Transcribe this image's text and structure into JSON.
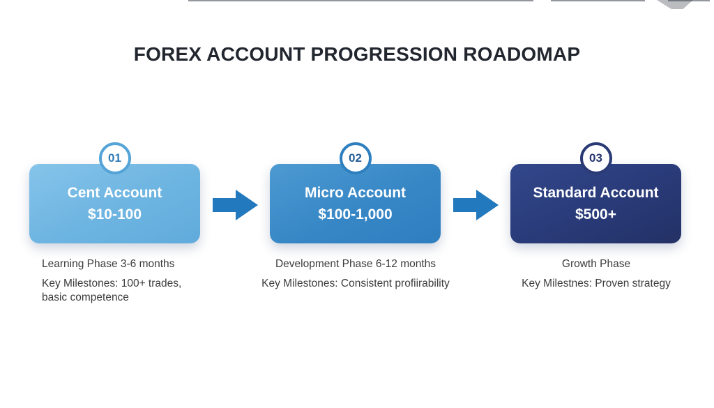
{
  "title": "FOREX ACCOUNT PROGRESSION ROADOMAP",
  "steps": [
    {
      "number": "01",
      "name": "Cent Account",
      "range": "$10-100",
      "phase": "Learning Phase 3-6 months",
      "milestones": "Key Milestones: 100+ trades, basic competence",
      "card_color_start": "#85c4ea",
      "card_color_end": "#60abdc",
      "badge_ring_color": "#54a4d8",
      "badge_number_color": "#2f7cb6"
    },
    {
      "number": "02",
      "name": "Micro Account",
      "range": "$100-1,000",
      "phase": "Development Phase 6-12 months",
      "milestones": "Key Milestones: Consistent profiirability",
      "card_color_start": "#4d9ad2",
      "card_color_end": "#2f7ec0",
      "badge_ring_color": "#2e7fbf",
      "badge_number_color": "#235f96"
    },
    {
      "number": "03",
      "name": "Standard Account",
      "range": "$500+",
      "phase": "Growth Phase",
      "milestones": "Key Milestnes: Proven strategy",
      "card_color_start": "#32478b",
      "card_color_end": "#233165",
      "badge_ring_color": "#2a3a74",
      "badge_number_color": "#27356e"
    }
  ],
  "colors": {
    "arrow": "#2279bd",
    "title_text": "#22262e",
    "caption_text": "#3c3c3c",
    "background": "#ffffff",
    "card_text": "#ffffff"
  }
}
